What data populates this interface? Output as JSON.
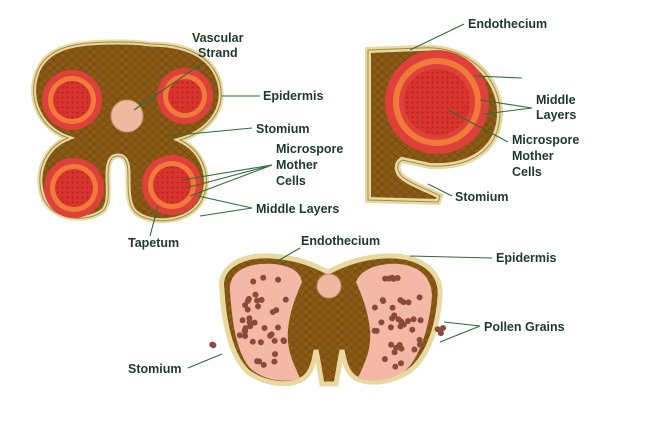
{
  "colors": {
    "tissue": "#8b5a14",
    "tissue_dark": "#6b4410",
    "epidermis": "#e8d9a0",
    "epidermis_edge": "#a08a4c",
    "sac_outer": "#e0403a",
    "sac_ring": "#f07a3a",
    "sac_core": "#d9332e",
    "pollen_bg": "#f4b9a6",
    "pollen_grain": "#8c4a3a",
    "vascular": "#f0b89e",
    "label": "#1e3a2a",
    "leader": "#2f6b3d"
  },
  "labels": {
    "vascular_strand": [
      "Vascular",
      "Strand"
    ],
    "epidermis_a": "Epidermis",
    "stomium_a": "Stomium",
    "microspore_a": [
      "Microspore",
      "Mother",
      "Cells"
    ],
    "middle_layers_a": "Middle Layers",
    "tapetum": "Tapetum",
    "endothecium_b": "Endothecium",
    "middle_layers_b": [
      "Middle",
      "Layers"
    ],
    "microspore_b": [
      "Microspore",
      "Mother",
      "Cells"
    ],
    "stomium_b": "Stomium",
    "endothecium_c": "Endothecium",
    "epidermis_c": "Epidermis",
    "pollen_grains": "Pollen Grains",
    "stomium_c": "Stomium"
  }
}
